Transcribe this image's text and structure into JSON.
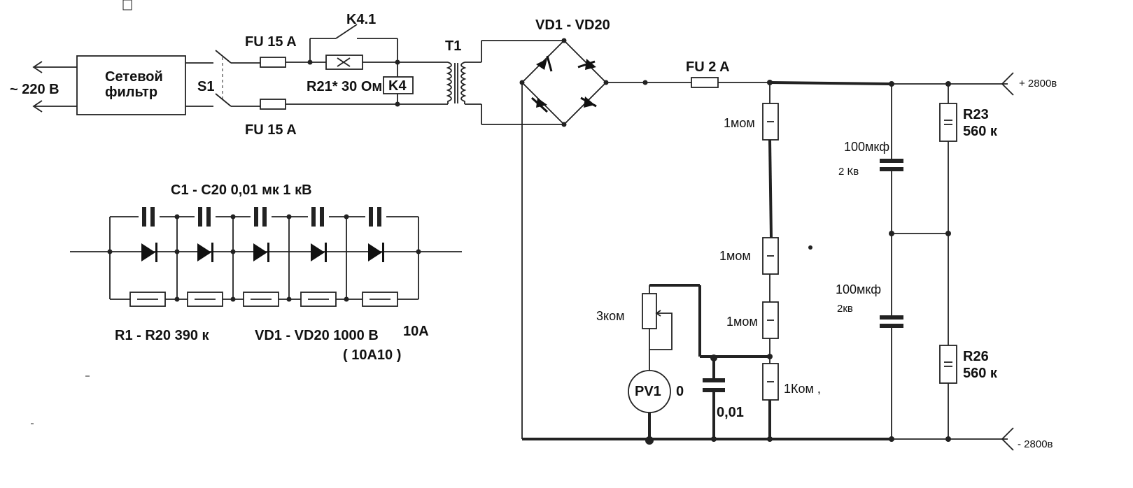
{
  "labels": {
    "input_voltage": "~ 220 В",
    "filter_line1": "Сетевой",
    "filter_line2": "фильтр",
    "switch": "S1",
    "fuse_top": "FU 15 A",
    "fuse_bottom": "FU 15 A",
    "relay_contact": "K4.1",
    "resistor_r21": "R21* 30 Ом",
    "relay_coil": "K4",
    "transformer": "T1",
    "bridge": "VD1 - VD20",
    "fuse_out": "FU 2 A",
    "out_plus": "+ 2800в",
    "out_minus": "- 2800в",
    "res_1mom_a": "1мом",
    "res_1mom_b": "1мом",
    "res_1mom_c": "1мом",
    "res_1kom": "1Ком ,",
    "pot": "3ком",
    "meter": "PV1",
    "meter_zero": "0",
    "cap_small": "0,01",
    "cap_top_value": "100мкф",
    "cap_top_voltage": "2 Кв",
    "cap_bottom_value": "100мкф",
    "cap_bottom_voltage": "2кв",
    "r23_name": "R23",
    "r23_value": "560 к",
    "r26_name": "R26",
    "r26_value": "560 к",
    "ladder_caps": "C1 - C20   0,01 мк  1 кВ",
    "ladder_res": "R1 - R20  390 к",
    "ladder_diodes": "VD1 - VD20  1000 В",
    "ladder_current": "10А",
    "ladder_type": "( 10А10 )"
  }
}
